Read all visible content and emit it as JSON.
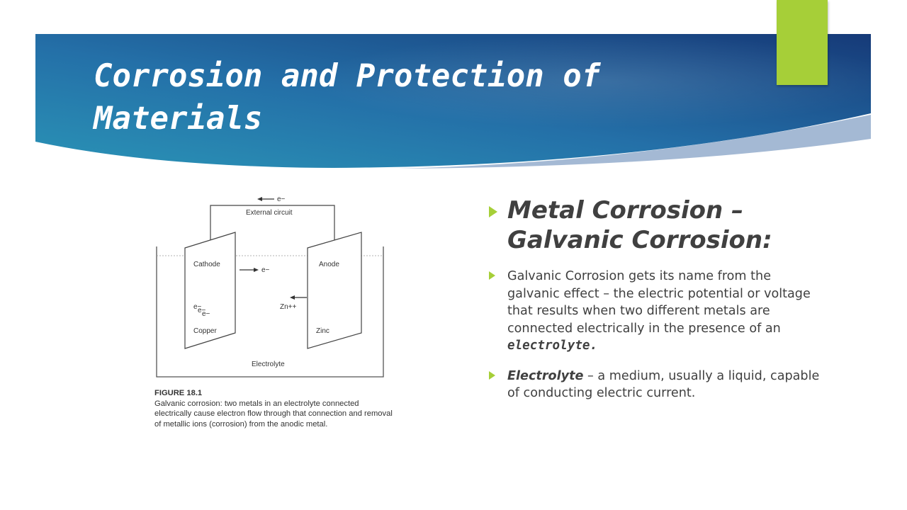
{
  "slide": {
    "title": "Corrosion and Protection of Materials",
    "colors": {
      "banner_dark": "#1b3f7a",
      "banner_light": "#2f8db8",
      "accent_green": "#a6cf38",
      "text": "#404040"
    }
  },
  "figure": {
    "labels": {
      "electron_top": "e−",
      "external_circuit": "External circuit",
      "cathode": "Cathode",
      "anode": "Anode",
      "electron_mid": "e−",
      "electrons_cathode": "e−",
      "zinc_ion": "Zn++",
      "copper": "Copper",
      "zinc": "Zinc",
      "electrolyte": "Electrolyte"
    },
    "caption_label": "FIGURE 18.1",
    "caption_text": "Galvanic corrosion: two metals in an electrolyte connected electrically cause electron flow through that connection and removal of metallic ions (corrosion) from the anodic metal."
  },
  "content": {
    "heading": "Metal Corrosion – Galvanic Corrosion:",
    "para1_text": "Galvanic Corrosion gets its name from the galvanic effect – the electric potential or voltage that results when two different metals are connected electrically in the presence of an ",
    "para1_term": "electrolyte",
    "para1_end": ".",
    "para2_term": "Electrolyte",
    "para2_text": " – a medium, usually a liquid, capable of conducting electric current."
  }
}
